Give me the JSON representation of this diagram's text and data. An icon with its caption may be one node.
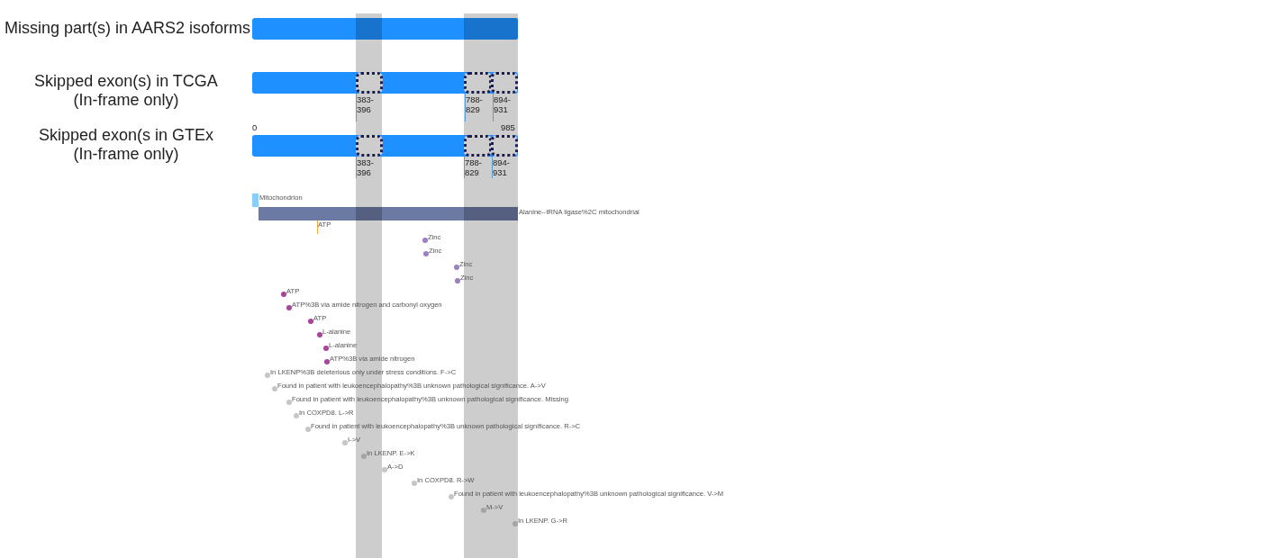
{
  "diagram": {
    "nodes": [
      {
        "text": [],
        "shape": "bar",
        "beside": [
          "Missing part(s) in AARS2 isoforms"
        ]
      },
      {
        "text": [],
        "shape": "bar",
        "beside": [
          "Skipped exon(s) in TCGA (In-frame only)"
        ]
      },
      {
        "text": [],
        "shape": "box",
        "in": 1,
        "beside": [
          "383-396"
        ]
      },
      {
        "text": [],
        "shape": "box",
        "in": 1,
        "beside": [
          "788-829"
        ]
      },
      {
        "text": [],
        "shape": "box",
        "in": 1,
        "beside": [
          "894-931"
        ]
      },
      {
        "text": [],
        "shape": "bar",
        "beside": [
          "Skipped exon(s in GTEx (In-frame only)"
        ]
      },
      {
        "text": [],
        "shape": "box",
        "in": 5,
        "beside": [
          "383-396"
        ]
      },
      {
        "text": [],
        "shape": "box",
        "in": 5,
        "beside": [
          "788-829"
        ]
      },
      {
        "text": [],
        "shape": "box",
        "in": 5,
        "beside": [
          "894-931"
        ]
      },
      {
        "text": [],
        "shape": "bar",
        "beside": [
          "Mitochondrion"
        ]
      },
      {
        "text": [],
        "shape": "bar",
        "beside": [
          "Alanine--tRNA ligase%2C mitochondrial"
        ]
      },
      {
        "text": [],
        "shape": "line",
        "beside": [
          "ATP"
        ]
      },
      {
        "text": [],
        "shape": "circle",
        "beside": [
          "Zinc"
        ]
      },
      {
        "text": [],
        "shape": "circle",
        "beside": [
          "Zinc"
        ]
      },
      {
        "text": [],
        "shape": "circle",
        "beside": [
          "Zinc"
        ]
      },
      {
        "text": [],
        "shape": "circle",
        "beside": [
          "Zinc"
        ]
      },
      {
        "text": [],
        "shape": "circle",
        "beside": [
          "ATP"
        ]
      },
      {
        "text": [],
        "shape": "circle",
        "beside": [
          "ATP%3B via amide nitrogen and carbonyl oxygen"
        ]
      },
      {
        "text": [],
        "shape": "circle",
        "beside": [
          "ATP"
        ]
      },
      {
        "text": [],
        "shape": "circle",
        "beside": [
          "L-alanine"
        ]
      },
      {
        "text": [],
        "shape": "circle",
        "beside": [
          "L-alanine"
        ]
      },
      {
        "text": [],
        "shape": "circle",
        "beside": [
          "ATP%3B via amide nitrogen"
        ]
      },
      {
        "text": [],
        "shape": "circle",
        "beside": [
          "In LKENP%3B deleterious only under stress conditions. F->C"
        ]
      },
      {
        "text": [],
        "shape": "circle",
        "beside": [
          "Found in patient with leukoencephalopathy%3B unknown pathological significance. A->V"
        ]
      },
      {
        "text": [],
        "shape": "circle",
        "beside": [
          "Found in patient with leukoencephalopathy%3B unknown pathological significance. Missing"
        ]
      },
      {
        "text": [],
        "shape": "circle",
        "beside": [
          "In COXPD8. L->R"
        ]
      },
      {
        "text": [],
        "shape": "circle",
        "beside": [
          "Found in patient with leukoencephalopathy%3B unknown pathological significance. R->C"
        ]
      },
      {
        "text": [],
        "shape": "circle",
        "beside": [
          "I->V"
        ]
      },
      {
        "text": [],
        "shape": "circle",
        "beside": [
          "In LKENP. E->K"
        ]
      },
      {
        "text": [],
        "shape": "circle",
        "beside": [
          "A->D"
        ]
      },
      {
        "text": [],
        "shape": "circle",
        "beside": [
          "In COXPD8. R->W"
        ]
      },
      {
        "text": [],
        "shape": "circle",
        "beside": [
          "Found in patient with leukoencephalopathy%3B unknown pathological significance. V->M"
        ]
      },
      {
        "text": [],
        "shape": "circle",
        "beside": [
          "M->V"
        ]
      },
      {
        "text": [],
        "shape": "circle",
        "beside": [
          "In LKENP. G->R"
        ]
      }
    ],
    "labels": [
      "0",
      "985"
    ]
  }
}
